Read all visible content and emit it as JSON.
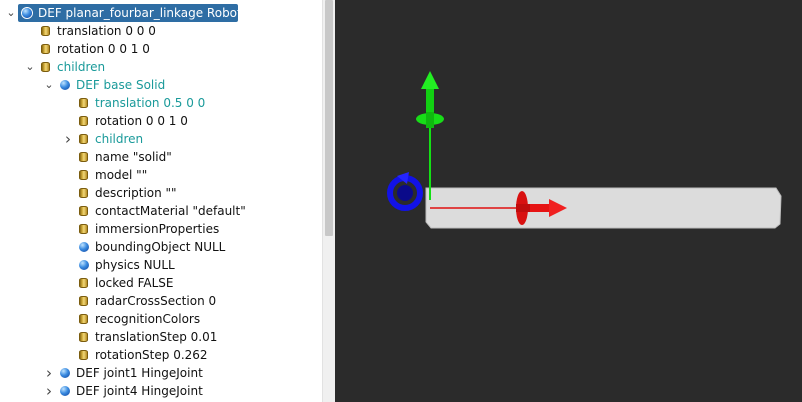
{
  "scene_tree": {
    "rows": [
      {
        "label": "DEF planar_fourbar_linkage Robot",
        "icon": "node-ball-icon",
        "expand": "expanded",
        "selected": true
      },
      {
        "label": "translation 0 0 0",
        "icon": "field-icon"
      },
      {
        "label": "rotation 0 0 1 0",
        "icon": "field-icon"
      },
      {
        "label": "children",
        "icon": "field-icon",
        "expand": "expanded",
        "modified": true
      },
      {
        "label": "DEF base Solid",
        "icon": "node-ball-icon",
        "expand": "expanded",
        "modified": true
      },
      {
        "label": "translation 0.5 0 0",
        "icon": "field-icon",
        "modified": true
      },
      {
        "label": "rotation 0 0 1 0",
        "icon": "field-icon"
      },
      {
        "label": "children",
        "icon": "field-icon",
        "expand": "collapsed",
        "modified": true
      },
      {
        "label": "name \"solid\"",
        "icon": "field-icon"
      },
      {
        "label": "model \"\"",
        "icon": "field-icon"
      },
      {
        "label": "description \"\"",
        "icon": "field-icon"
      },
      {
        "label": "contactMaterial \"default\"",
        "icon": "field-icon"
      },
      {
        "label": "immersionProperties",
        "icon": "field-icon"
      },
      {
        "label": "boundingObject NULL",
        "icon": "node-ball-icon"
      },
      {
        "label": "physics NULL",
        "icon": "node-ball-icon"
      },
      {
        "label": "locked FALSE",
        "icon": "field-icon"
      },
      {
        "label": "radarCrossSection 0",
        "icon": "field-icon"
      },
      {
        "label": "recognitionColors",
        "icon": "field-icon"
      },
      {
        "label": "translationStep 0.01",
        "icon": "field-icon"
      },
      {
        "label": "rotationStep 0.262",
        "icon": "field-icon"
      },
      {
        "label": "DEF joint1 HingeJoint",
        "icon": "node-ball-icon",
        "expand": "collapsed"
      },
      {
        "label": "DEF joint4 HingeJoint",
        "icon": "node-ball-icon",
        "expand": "collapsed"
      }
    ]
  },
  "colors": {
    "selection": "#2e6da4",
    "modified_text": "#1a9a9a",
    "viewport_background": "#2b2b2b",
    "axis_x": "#e01010",
    "axis_y": "#14e014",
    "axis_z": "#1010e0"
  },
  "viewport": {
    "object": "base-solid-box",
    "handles": [
      "x-translation-arrow",
      "y-translation-arrow",
      "z-rotation-handle"
    ]
  }
}
